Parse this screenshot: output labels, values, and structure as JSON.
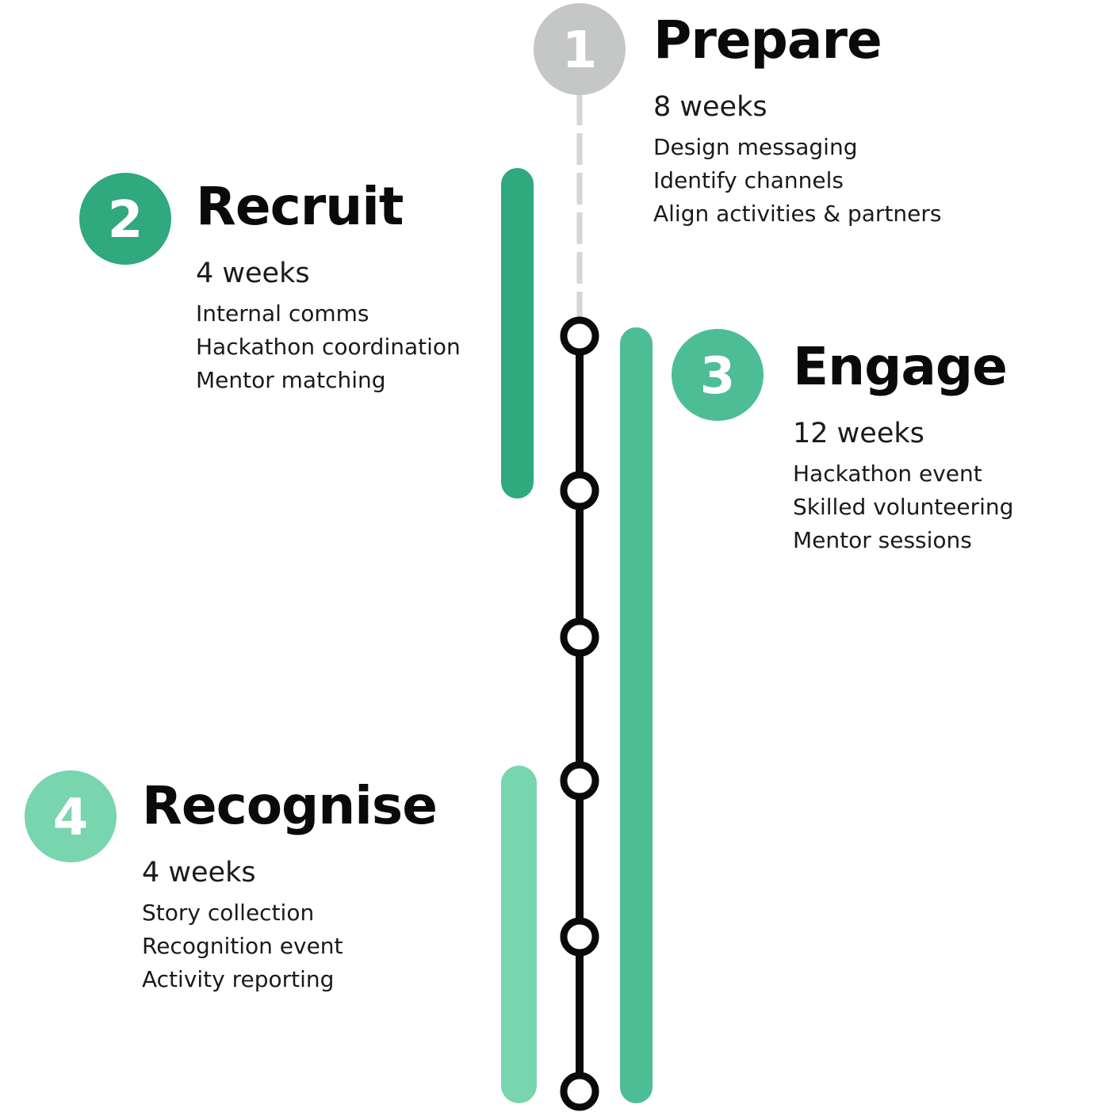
{
  "colors": {
    "background": "#ffffff",
    "prepare": "#c4c7c5",
    "recruit": "#2fa97d",
    "engage": "#4dbd95",
    "recognise": "#78d5ae",
    "timeline": "#0a0a0a",
    "connector": "#d6d6d6",
    "badge_text": "#ffffff"
  },
  "phases": [
    {
      "number": "1",
      "title": "Prepare",
      "duration": "8 weeks",
      "activities": [
        "Design messaging",
        "Identify channels",
        "Align activities & partners"
      ],
      "color": "#c4c7c5"
    },
    {
      "number": "2",
      "title": "Recruit",
      "duration": "4 weeks",
      "activities": [
        "Internal comms",
        "Hackathon coordination",
        "Mentor matching"
      ],
      "color": "#2fa97d"
    },
    {
      "number": "3",
      "title": "Engage",
      "duration": "12 weeks",
      "activities": [
        "Hackathon event",
        "Skilled volunteering",
        "Mentor sessions"
      ],
      "color": "#4dbd95"
    },
    {
      "number": "4",
      "title": "Recognise",
      "duration": "4 weeks",
      "activities": [
        "Story collection",
        "Recognition event",
        "Activity reporting"
      ],
      "color": "#78d5ae"
    }
  ]
}
